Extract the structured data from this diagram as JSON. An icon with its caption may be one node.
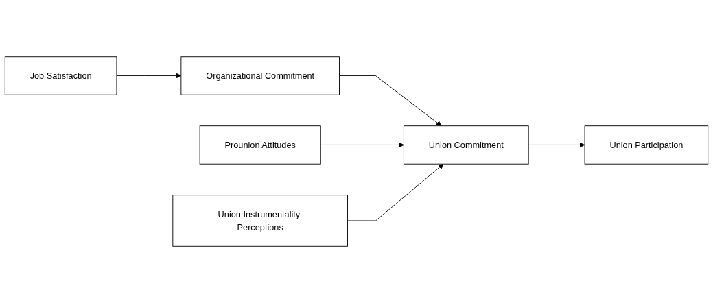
{
  "diagram": {
    "nodes": [
      {
        "text": [
          "Job Satisfaction"
        ]
      },
      {
        "text": [
          "Organizational Commitment"
        ]
      },
      {
        "text": [
          "Prounion Attitudes"
        ]
      },
      {
        "text": [
          "Union Commitment"
        ]
      },
      {
        "text": [
          "Union Participation"
        ]
      },
      {
        "text": [
          "Union Instrumentality Perceptions"
        ]
      }
    ],
    "edges": [
      {
        "from": 0,
        "to": 1,
        "arrow": "to"
      },
      {
        "from": 1,
        "to": 3,
        "arrow": "to"
      },
      {
        "from": 2,
        "to": 3,
        "arrow": "to"
      },
      {
        "from": 5,
        "to": 3,
        "arrow": "to"
      },
      {
        "from": 3,
        "to": 4,
        "arrow": "to"
      }
    ]
  }
}
